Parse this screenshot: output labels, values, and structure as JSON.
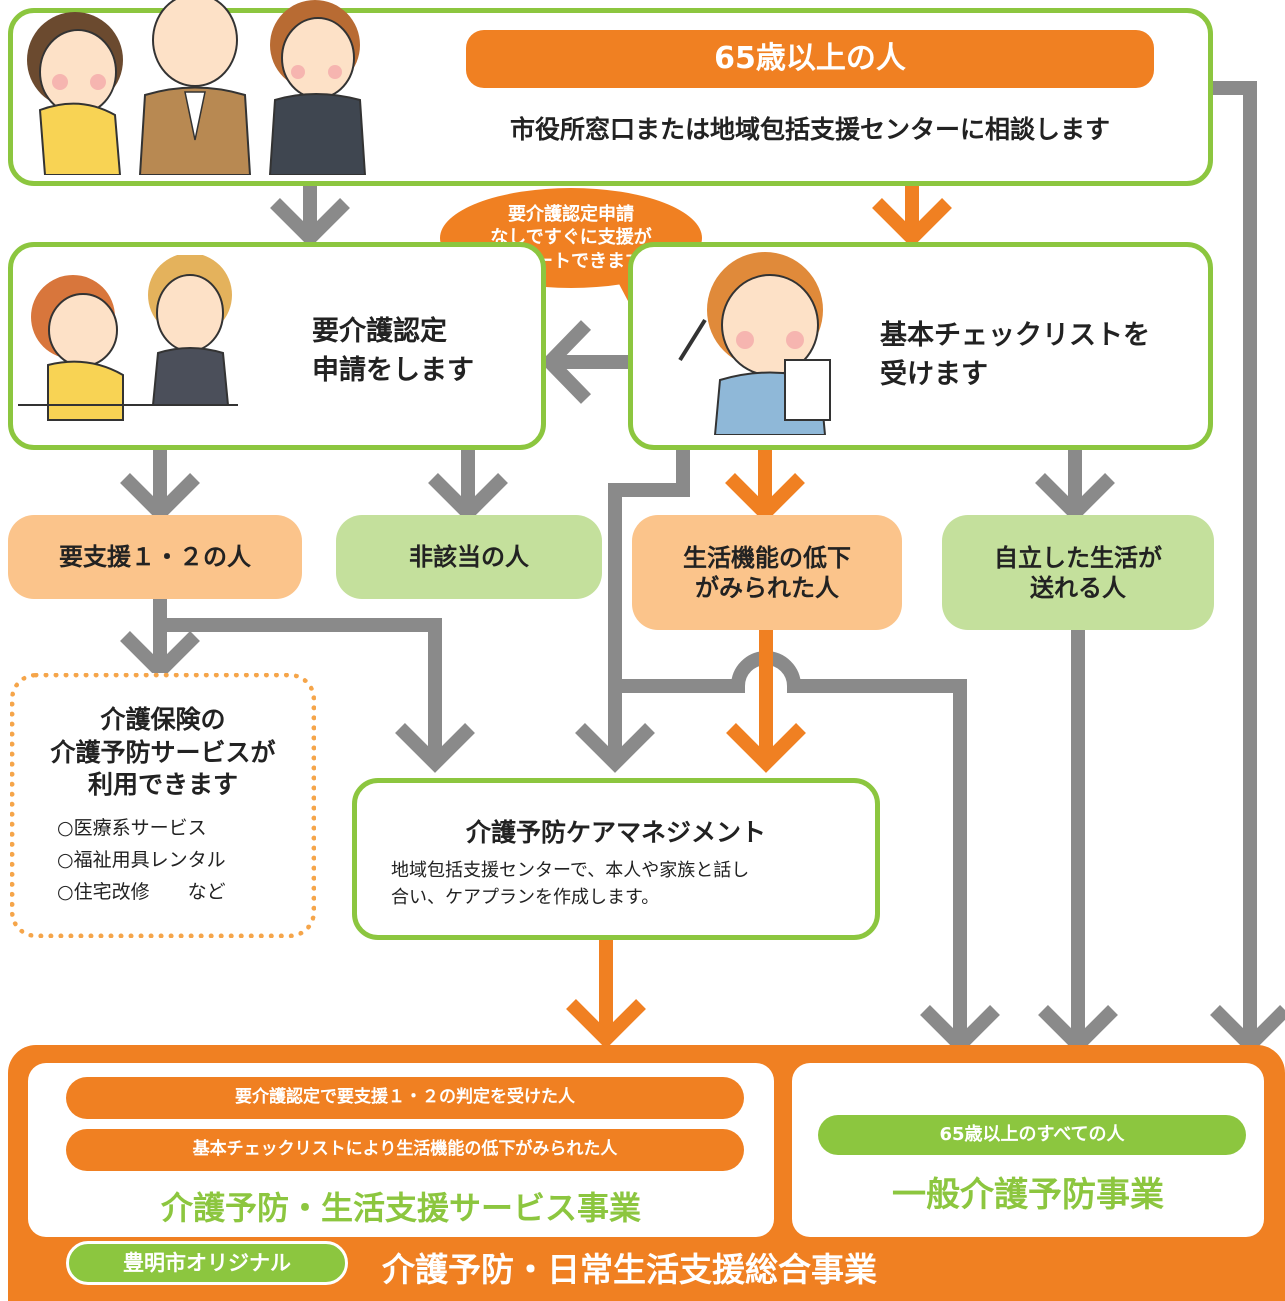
{
  "top": {
    "age_title": "65歳以上の人",
    "consult": "市役所窓口または地域包括支援センターに相談します"
  },
  "bubble": {
    "lines": [
      "要介護認定申請",
      "なしですぐに支援が",
      "スタートできます"
    ]
  },
  "apply_box": {
    "lines": [
      "要介護認定",
      "申請をします"
    ]
  },
  "checklist_box": {
    "lines": [
      "基本チェックリストを",
      "受けます"
    ]
  },
  "outcomes": {
    "support12": "要支援１・２の人",
    "not_applicable": "非該当の人",
    "decline": [
      "生活機能の低下",
      "がみられた人"
    ],
    "independent": [
      "自立した生活が",
      "送れる人"
    ]
  },
  "insurance_box": {
    "title_lines": [
      "介護保険の",
      "介護予防サービスが",
      "利用できます"
    ],
    "items": [
      "○医療系サービス",
      "○福祉用具レンタル",
      "○住宅改修　　など"
    ]
  },
  "care_mgmt": {
    "title": "介護予防ケアマネジメント",
    "desc_lines": [
      "地域包括支援センターで、本人や家族と話し",
      "合い、ケアプランを作成します。"
    ]
  },
  "bottom": {
    "left_tag1": "要介護認定で要支援１・２の判定を受けた人",
    "left_tag2": "基本チェックリストにより生活機能の低下がみられた人",
    "left_title": "介護予防・生活支援サービス事業",
    "right_tag": "65歳以上のすべての人",
    "right_title": "一般介護予防事業",
    "original_badge": "豊明市オリジナル",
    "footer_title": "介護予防・日常生活支援総合事業"
  },
  "colors": {
    "green": "#8cc63f",
    "orange": "#f08022",
    "gray_arrow": "#8a8a8a",
    "peach": "#fbc48b",
    "light_green": "#c4e09c",
    "green_text": "#8cc63f"
  }
}
